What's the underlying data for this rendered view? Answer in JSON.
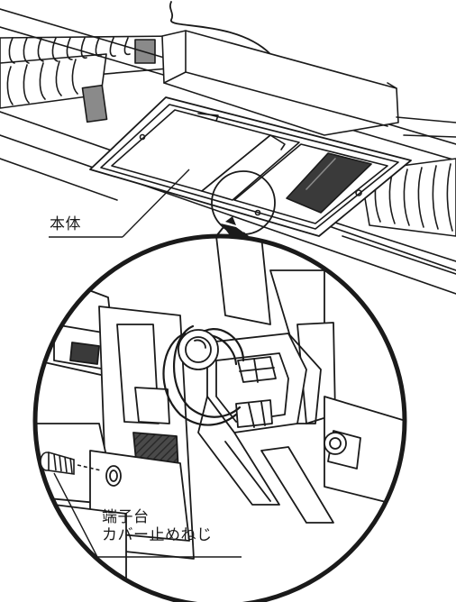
{
  "callouts": {
    "main_body": "本体",
    "terminal_cover_screw_line1": "端子台",
    "terminal_cover_screw_line2": "カバー止めねじ"
  },
  "colors": {
    "ink": "#1a1a1a",
    "background": "#ffffff",
    "shade": "#8a8a8a",
    "dark_fill": "#3a3a3a"
  }
}
